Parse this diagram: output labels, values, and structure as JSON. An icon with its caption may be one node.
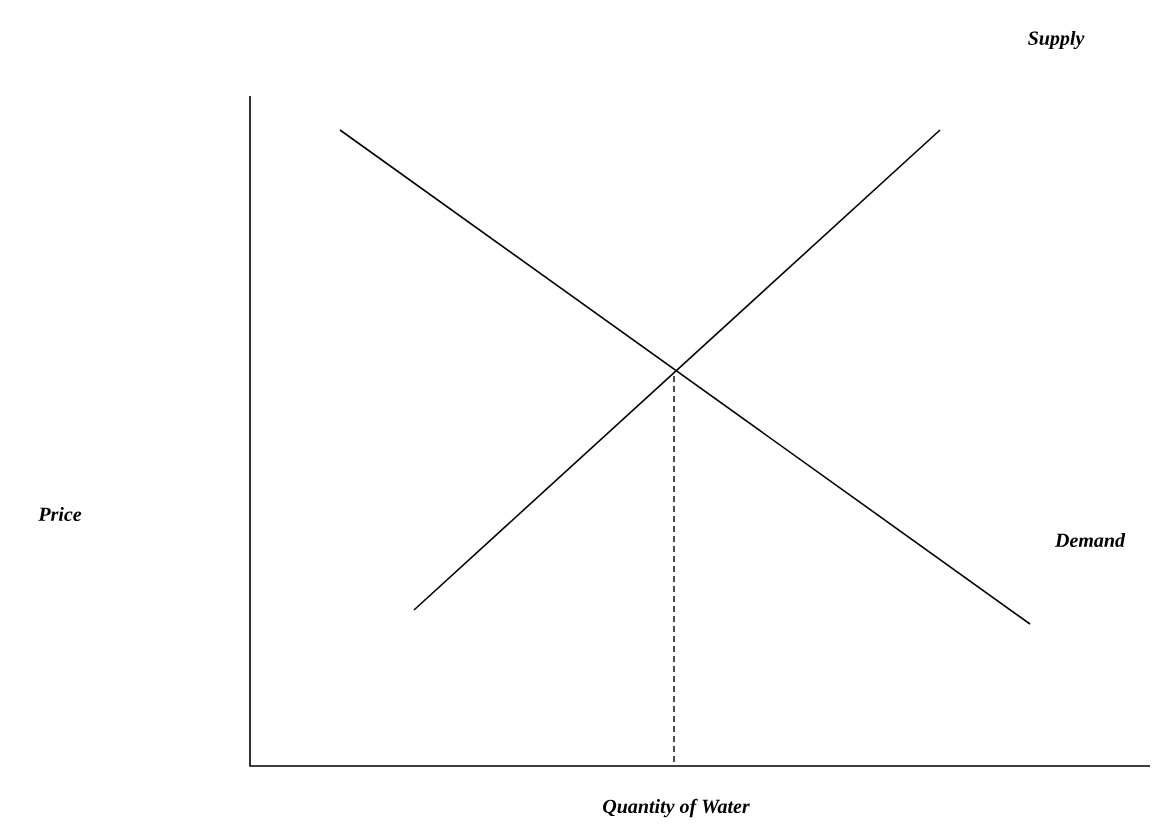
{
  "diagram": {
    "labels": [
      "Supply",
      "Price",
      "Demand",
      "Quantity of Water"
    ]
  }
}
